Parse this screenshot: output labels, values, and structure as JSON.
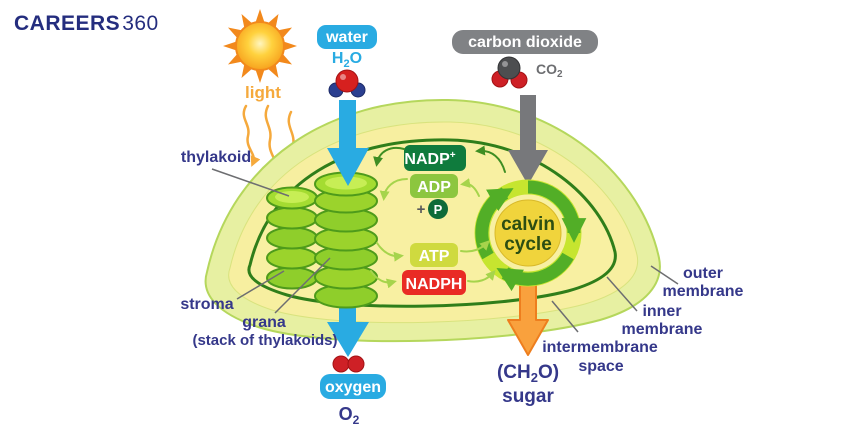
{
  "brand": {
    "name": "CAREERS",
    "suffix": "360"
  },
  "sun": {
    "label": "light"
  },
  "inputs": {
    "water": {
      "box": "water",
      "formula_pre": "H",
      "formula_sub": "2",
      "formula_post": "O"
    },
    "carbon_dioxide": {
      "box": "carbon dioxide",
      "formula_pre": "CO",
      "formula_sub": "2"
    }
  },
  "outputs": {
    "oxygen": {
      "box": "oxygen",
      "formula_pre": "O",
      "formula_sub": "2"
    },
    "sugar": {
      "formula_pre": "(CH",
      "formula_sub": "2",
      "formula_post": "O)",
      "word": "sugar"
    }
  },
  "chloroplast_labels": {
    "thylakoid": "thylakoid",
    "stroma": "stroma",
    "grana": "grana",
    "grana_sub": "(stack of thylakoids)",
    "outer_membrane_line1": "outer",
    "outer_membrane_line2": "membrane",
    "inner_membrane_line1": "inner",
    "inner_membrane_line2": "membrane",
    "intermembrane_line1": "intermembrane",
    "intermembrane_line2": "space"
  },
  "cycle": {
    "nadp_main": "NADP",
    "nadp_sup": "+",
    "adp": "ADP",
    "plus": "+",
    "p": "P",
    "atp": "ATP",
    "nadph": "NADPH",
    "calvin_line1": "calvin",
    "calvin_line2": "cycle"
  },
  "colors": {
    "water_blue": "#29abe2",
    "co2_gray": "#808285",
    "arrow_gray": "#77787b",
    "arrow_orange": "#f9a13d",
    "nadp_green": "#0f7b3d",
    "adp_green": "#8cc63f",
    "atp_yellow": "#cfda3f",
    "nadph_red": "#e92b25",
    "calvin_gold": "#f0d43c",
    "ring_light": "#c6e52f",
    "ring_dark": "#52ae27",
    "navy": "#35388a",
    "light_orange": "#f5a93c",
    "brand_navy": "#242d7e"
  }
}
